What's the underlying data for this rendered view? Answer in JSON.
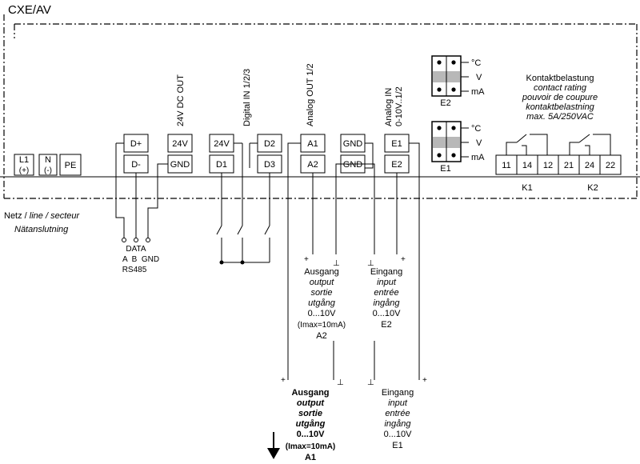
{
  "title": "CXE/AV",
  "terminal_groups": {
    "power": {
      "l1": "L1",
      "l1_sub": "(+)",
      "n": "N",
      "n_sub": "(-)",
      "pe": "PE"
    },
    "data": {
      "top": "D+",
      "bottom": "D-"
    },
    "dc_out": {
      "header": "24V DC OUT",
      "top": "24V",
      "bottom": "GND"
    },
    "digital_in": {
      "header": "Digital IN 1/2/3",
      "top_left": "24V",
      "top_right": "D2",
      "bottom_left": "D1",
      "bottom_right": "D3"
    },
    "analog_out": {
      "header": "Analog OUT 1/2",
      "top": "A1",
      "bottom": "A2"
    },
    "analog_in": {
      "header_line1": "Analog IN",
      "header_line2": "0-10V..1/2",
      "gnd_top": "GND",
      "gnd_bottom": "GND",
      "top": "E1",
      "bottom": "E2"
    }
  },
  "jumpers": {
    "e2": {
      "label": "E2",
      "options": [
        "°C",
        "V",
        "mA"
      ]
    },
    "e1": {
      "label": "E1",
      "options": [
        "°C",
        "V",
        "mA"
      ]
    }
  },
  "relays": {
    "rating_lines": [
      "Kontaktbelastung",
      "contact rating",
      "pouvoir de coupure",
      "kontaktbelastning",
      "max. 5A/250VAC"
    ],
    "terminals": [
      "11",
      "14",
      "12",
      "21",
      "24",
      "22"
    ],
    "k1": "K1",
    "k2": "K2"
  },
  "mains": {
    "line1_a": "Netz / ",
    "line1_b": "line / secteur",
    "line2": "Nätanslutning"
  },
  "rs485": {
    "data": "DATA",
    "pins": "A  B  GND",
    "name": "RS485"
  },
  "output_a2": {
    "plus": "+",
    "gnd": "⊥",
    "lines": [
      "Ausgang",
      "output",
      "sortie",
      "utgång",
      "0...10V",
      "(Imax=10mA)",
      "A2"
    ]
  },
  "input_e2": {
    "plus": "+",
    "gnd": "⊥",
    "lines": [
      "Eingang",
      "input",
      "entrée",
      "ingång",
      "0...10V",
      "E2"
    ]
  },
  "output_a1": {
    "plus": "+",
    "gnd": "⊥",
    "lines": [
      "Ausgang",
      "output",
      "sortie",
      "utgång",
      "0...10V",
      "(Imax=10mA)",
      "A1"
    ]
  },
  "input_e1": {
    "plus": "+",
    "gnd": "⊥",
    "lines": [
      "Eingang",
      "input",
      "entrée",
      "ingång",
      "0...10V",
      "E1"
    ]
  }
}
